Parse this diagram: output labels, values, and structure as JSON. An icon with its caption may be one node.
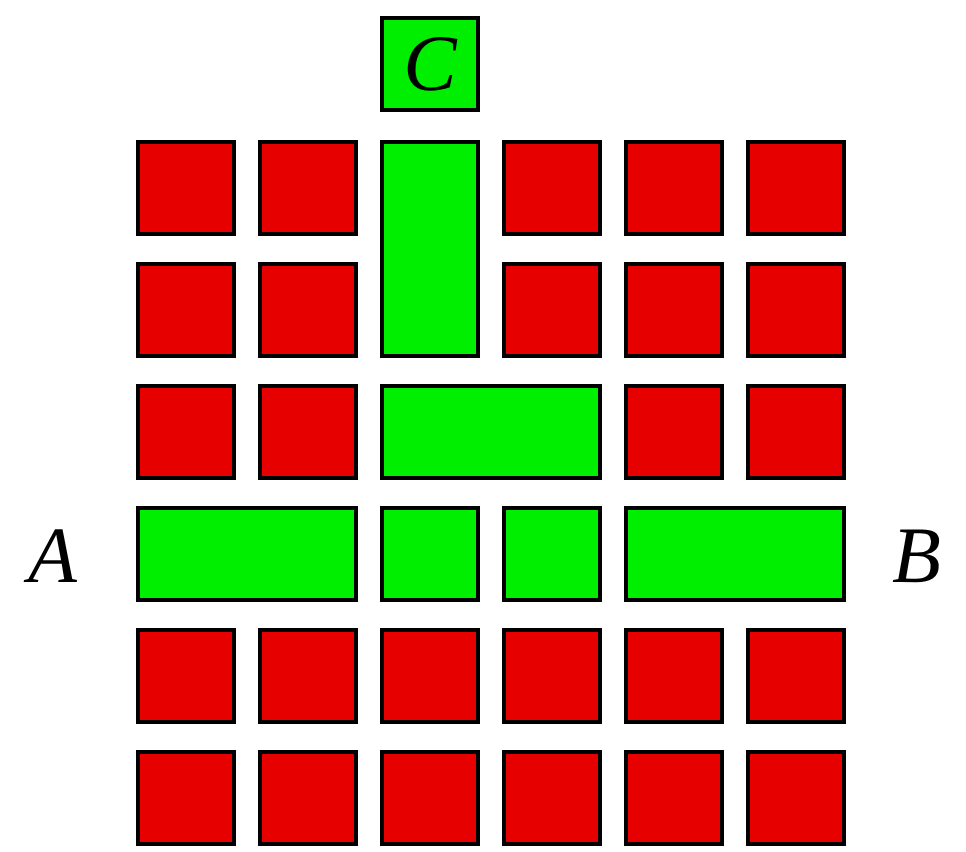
{
  "diagram": {
    "nodes": [
      {
        "text": [
          "C"
        ]
      },
      {
        "text": [],
        "shape": "box"
      },
      {
        "text": [],
        "shape": "box"
      },
      {
        "text": [],
        "shape": "box"
      },
      {
        "text": [],
        "shape": "box"
      },
      {
        "text": [],
        "shape": "box"
      },
      {
        "text": [],
        "shape": "box"
      },
      {
        "text": [],
        "shape": "box"
      },
      {
        "text": [],
        "shape": "box"
      },
      {
        "text": [],
        "shape": "box"
      },
      {
        "text": [],
        "shape": "box"
      },
      {
        "text": [],
        "shape": "box"
      },
      {
        "text": [],
        "shape": "box"
      },
      {
        "text": [],
        "shape": "box"
      },
      {
        "text": [],
        "shape": "box"
      },
      {
        "text": [],
        "shape": "box"
      },
      {
        "text": [],
        "shape": "box"
      },
      {
        "text": [],
        "shape": "box"
      },
      {
        "text": [],
        "shape": "box"
      },
      {
        "text": [],
        "shape": "box"
      },
      {
        "text": [],
        "shape": "box"
      },
      {
        "text": [],
        "shape": "box"
      },
      {
        "text": [],
        "shape": "box"
      },
      {
        "text": [],
        "shape": "box"
      },
      {
        "text": [],
        "shape": "box"
      },
      {
        "text": [],
        "shape": "box"
      },
      {
        "text": [],
        "shape": "box"
      },
      {
        "text": [],
        "shape": "box"
      },
      {
        "text": [],
        "shape": "box"
      },
      {
        "text": [],
        "shape": "box"
      },
      {
        "text": [],
        "shape": "box"
      },
      {
        "text": [],
        "shape": "box"
      },
      {
        "text": [],
        "shape": "box"
      }
    ],
    "labels": [
      "A",
      "B"
    ]
  }
}
